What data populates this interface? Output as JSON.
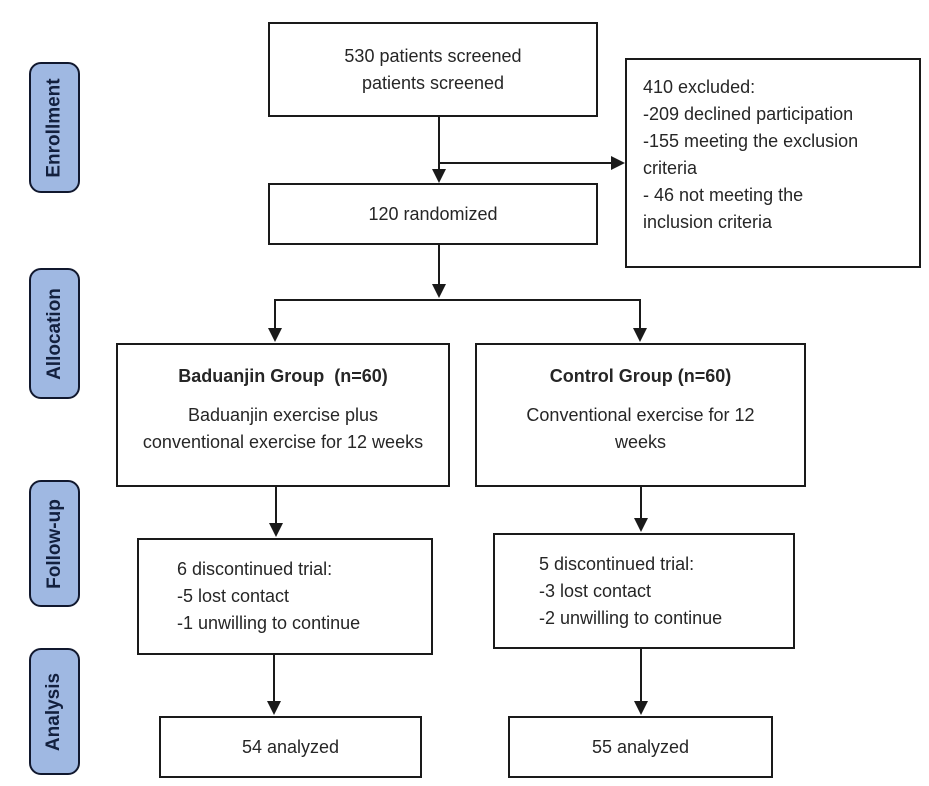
{
  "diagram_title": "CONSORT participant flow diagram",
  "colors": {
    "box_border": "#1a1a1a",
    "line": "#1a1a1a",
    "text": "#262626",
    "background": "#ffffff"
  },
  "sidebar": {
    "fill_color": "#9fb8e2",
    "border_color": "#11182e",
    "text_color": "#13203e",
    "stages": [
      {
        "label": "Enrollment"
      },
      {
        "label": "Allocation"
      },
      {
        "label": "Follow-up"
      },
      {
        "label": "Analysis"
      }
    ]
  },
  "flow": {
    "screened": {
      "line1": "530 patients screened",
      "line2": "patients screened"
    },
    "excluded": {
      "lines": [
        "410 excluded:",
        "-209 declined participation",
        "-155 meeting the exclusion",
        "criteria",
        "- 46 not meeting the",
        "inclusion criteria"
      ]
    },
    "randomized": {
      "label": "120 randomized"
    },
    "groups": [
      {
        "title": "Baduanjin Group  (n=60)",
        "description": "Baduanjin exercise plus conventional exercise for 12 weeks"
      },
      {
        "title": "Control Group (n=60)",
        "description": "Conventional exercise for 12 weeks"
      }
    ],
    "followup": [
      {
        "lines": [
          "6 discontinued trial:",
          "-5 lost contact",
          "-1 unwilling to continue"
        ]
      },
      {
        "lines": [
          "5 discontinued trial:",
          "-3 lost contact",
          "-2 unwilling to continue"
        ]
      }
    ],
    "analysis": [
      {
        "label": "54 analyzed"
      },
      {
        "label": "55 analyzed"
      }
    ]
  }
}
